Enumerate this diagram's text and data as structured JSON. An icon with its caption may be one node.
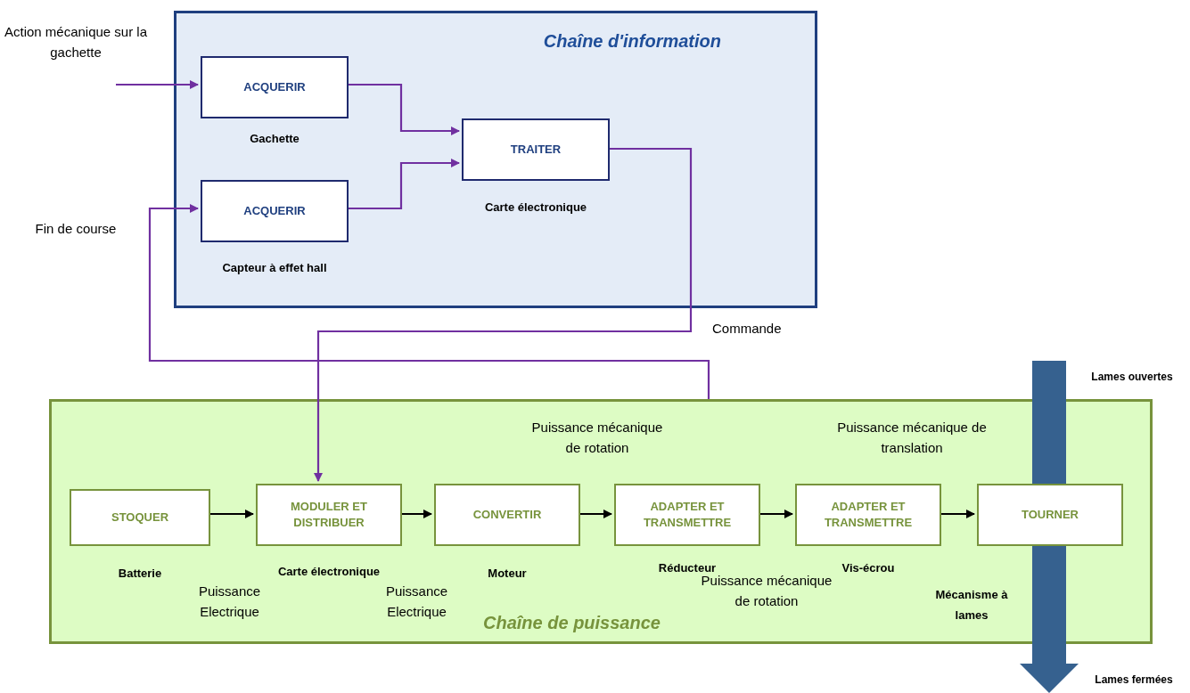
{
  "diagram": {
    "nodes": [
      {
        "text": [
          "Chaîne d'information"
        ]
      },
      {
        "text": [
          "ACQUERIR"
        ],
        "in": 0,
        "beside": [
          "Gachette"
        ]
      },
      {
        "text": [
          "ACQUERIR"
        ],
        "in": 0,
        "beside": [
          "Capteur à effet hall"
        ]
      },
      {
        "text": [
          "TRAITER"
        ],
        "in": 0,
        "beside": [
          "Carte électronique"
        ]
      },
      {
        "text": [
          "Chaîne de puissance"
        ]
      },
      {
        "text": [
          "STOQUER"
        ],
        "in": 4,
        "beside": [
          "Batterie"
        ]
      },
      {
        "text": [
          "MODULER ET DISTRIBUER"
        ],
        "in": 4,
        "beside": [
          "Carte électronique"
        ]
      },
      {
        "text": [
          "CONVERTIR"
        ],
        "in": 4,
        "beside": [
          "Moteur"
        ]
      },
      {
        "text": [
          "ADAPTER ET TRANSMETTRE"
        ],
        "in": 4,
        "beside": [
          "Réducteur"
        ]
      },
      {
        "text": [
          "ADAPTER ET TRANSMETTRE"
        ],
        "in": 4,
        "beside": [
          "Vis-écrou"
        ]
      },
      {
        "text": [
          "TOURNER"
        ],
        "in": 4
      }
    ],
    "edges": [
      {
        "from": null,
        "to": 1,
        "arrow": "to",
        "color": "#7030a0"
      },
      {
        "from": 1,
        "to": 3,
        "arrow": "to",
        "color": "#7030a0"
      },
      {
        "from": 2,
        "to": 3,
        "arrow": "to",
        "color": "#7030a0"
      },
      {
        "from": 3,
        "to": 6,
        "arrow": "to",
        "label": "Commande",
        "color": "#7030a0"
      },
      {
        "from": 4,
        "to": 2,
        "arrow": "to",
        "color": "#7030a0"
      },
      {
        "from": 5,
        "to": 6,
        "arrow": "to",
        "color": "#000000"
      },
      {
        "from": 6,
        "to": 7,
        "arrow": "to",
        "color": "#000000"
      },
      {
        "from": 7,
        "to": 8,
        "arrow": "to",
        "color": "#000000"
      },
      {
        "from": 8,
        "to": 9,
        "arrow": "to",
        "color": "#000000"
      },
      {
        "from": 9,
        "to": 10,
        "arrow": "to",
        "color": "#000000"
      }
    ],
    "labels": [
      "Action mécanique sur la gachette",
      "Fin de course",
      "Lames ouvertes",
      "Puissance mécanique de rotation",
      "Puissance mécanique de translation",
      "Puissance Electrique",
      "Puissance Electrique",
      "Puissance mécanique de rotation",
      "Mécanisme à lames",
      "Lames fermées"
    ]
  }
}
